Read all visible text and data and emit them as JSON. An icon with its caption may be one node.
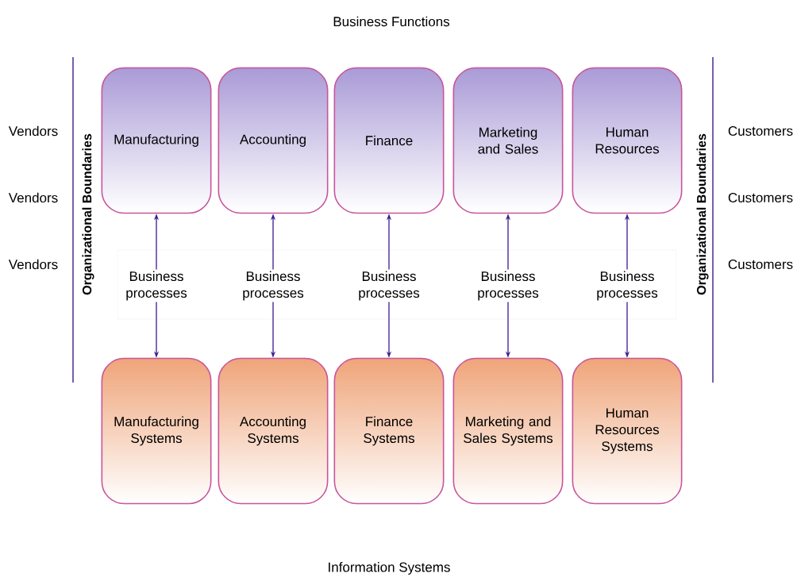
{
  "diagram": {
    "title": "Business Functions",
    "caption": "Information Systems",
    "nodes": [
      {
        "text": [
          "Manufacturing"
        ]
      },
      {
        "text": [
          "Accounting"
        ]
      },
      {
        "text": [
          "Finance"
        ]
      },
      {
        "text": [
          "Marketing and Sales"
        ]
      },
      {
        "text": [
          "Human Resources"
        ]
      },
      {
        "text": [
          "Manufacturing Systems"
        ]
      },
      {
        "text": [
          "Accounting Systems"
        ]
      },
      {
        "text": [
          "Finance Systems"
        ]
      },
      {
        "text": [
          "Marketing and Sales Systems"
        ]
      },
      {
        "text": [
          "Human Resources Systems"
        ]
      },
      {
        "text": [
          "Business processes"
        ]
      },
      {
        "text": [
          "Business processes"
        ]
      },
      {
        "text": [
          "Business processes"
        ]
      },
      {
        "text": [
          "Business processes"
        ]
      },
      {
        "text": [
          "Business processes"
        ]
      }
    ],
    "edges": [
      {
        "from": 10,
        "to": 0,
        "arrow": "to"
      },
      {
        "from": 10,
        "to": 5,
        "arrow": "to"
      },
      {
        "from": 11,
        "to": 1,
        "arrow": "to"
      },
      {
        "from": 11,
        "to": 6,
        "arrow": "to"
      },
      {
        "from": 12,
        "to": 2,
        "arrow": "to"
      },
      {
        "from": 12,
        "to": 7,
        "arrow": "to"
      },
      {
        "from": 13,
        "to": 3,
        "arrow": "to"
      },
      {
        "from": 13,
        "to": 8,
        "arrow": "to"
      },
      {
        "from": 14,
        "to": 4,
        "arrow": "to"
      },
      {
        "from": 14,
        "to": 9,
        "arrow": "to"
      }
    ],
    "labels": [
      "Vendors",
      "Vendors",
      "Vendors",
      "Organizational Boundaries",
      "Organizational Boundaries",
      "Customers",
      "Customers",
      "Customers"
    ]
  }
}
